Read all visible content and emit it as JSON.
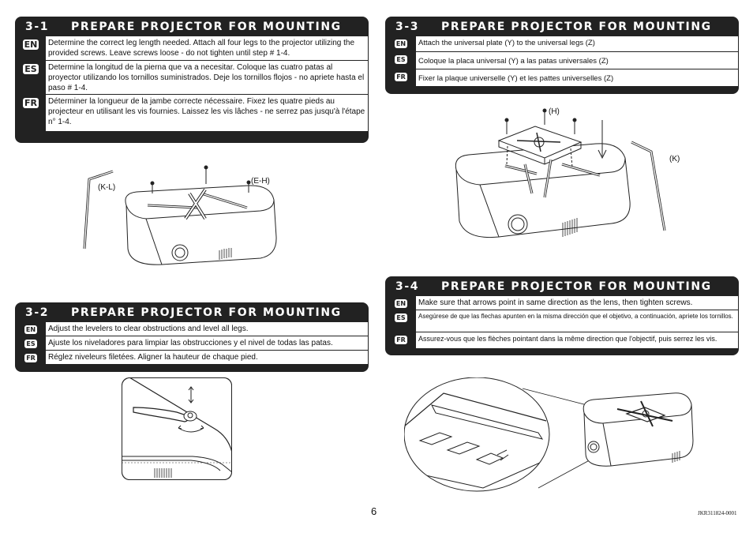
{
  "s1": {
    "num": "3-1",
    "title": "PREPARE PROJECTOR FOR MOUNTING",
    "rows": [
      {
        "lang": "EN",
        "text": "Determine the correct leg length needed.  Attach all four legs to the projector utilizing the provided screws.  Leave screws loose - do not tighten until step # 1-4."
      },
      {
        "lang": "ES",
        "text": "Determine la longitud de la pierna que va a necesitar. Coloque las cuatro patas al proyector utilizando los tornillos suministrados. Deje los tornillos flojos - no apriete hasta el paso # 1-4."
      },
      {
        "lang": "FR",
        "text": "Déterminer la longueur de la jambe correcte nécessaire. Fixez les quatre pieds au projecteur en utilisant les vis fournies. Laissez les vis lâches - ne serrez pas jusqu'à l'étape n° 1-4."
      }
    ]
  },
  "s2": {
    "num": "3-2",
    "title": "PREPARE PROJECTOR FOR MOUNTING",
    "rows": [
      {
        "lang": "EN",
        "text": "Adjust the levelers to clear obstructions and level all legs."
      },
      {
        "lang": "ES",
        "text": "Ajuste los niveladores para limpiar las obstrucciones y el nivel de todas las patas."
      },
      {
        "lang": "FR",
        "text": "Réglez niveleurs filetées. Aligner la hauteur de chaque pied."
      }
    ]
  },
  "s3": {
    "num": "3-3",
    "title": "PREPARE PROJECTOR FOR MOUNTING",
    "rows": [
      {
        "lang": "EN",
        "text": "Attach the universal plate (Y) to the universal legs (Z)"
      },
      {
        "lang": "ES",
        "text": "Coloque la placa universal (Y) a las patas universales (Z)"
      },
      {
        "lang": "FR",
        "text": "Fixer la plaque universelle (Y) et les pattes universelles (Z)"
      }
    ]
  },
  "s4": {
    "num": "3-4",
    "title": "PREPARE PROJECTOR FOR MOUNTING",
    "rows": [
      {
        "lang": "EN",
        "text": "Make sure that arrows point in same direction as the lens, then tighten screws."
      },
      {
        "lang": "ES",
        "text": "Asegúrese de que las flechas apunten en la misma dirección que el objetivo, a continuación, apriete los tornillos."
      },
      {
        "lang": "FR",
        "text": "Assurez-vous que les flèches pointant dans la même direction que l'objectif, puis serrez les vis."
      }
    ]
  },
  "callouts": {
    "kl": "(K-L)",
    "eh": "(E-H)",
    "h": "(H)",
    "k": "(K)"
  },
  "page_number": "6",
  "doc_id": "JKR311824-0001"
}
